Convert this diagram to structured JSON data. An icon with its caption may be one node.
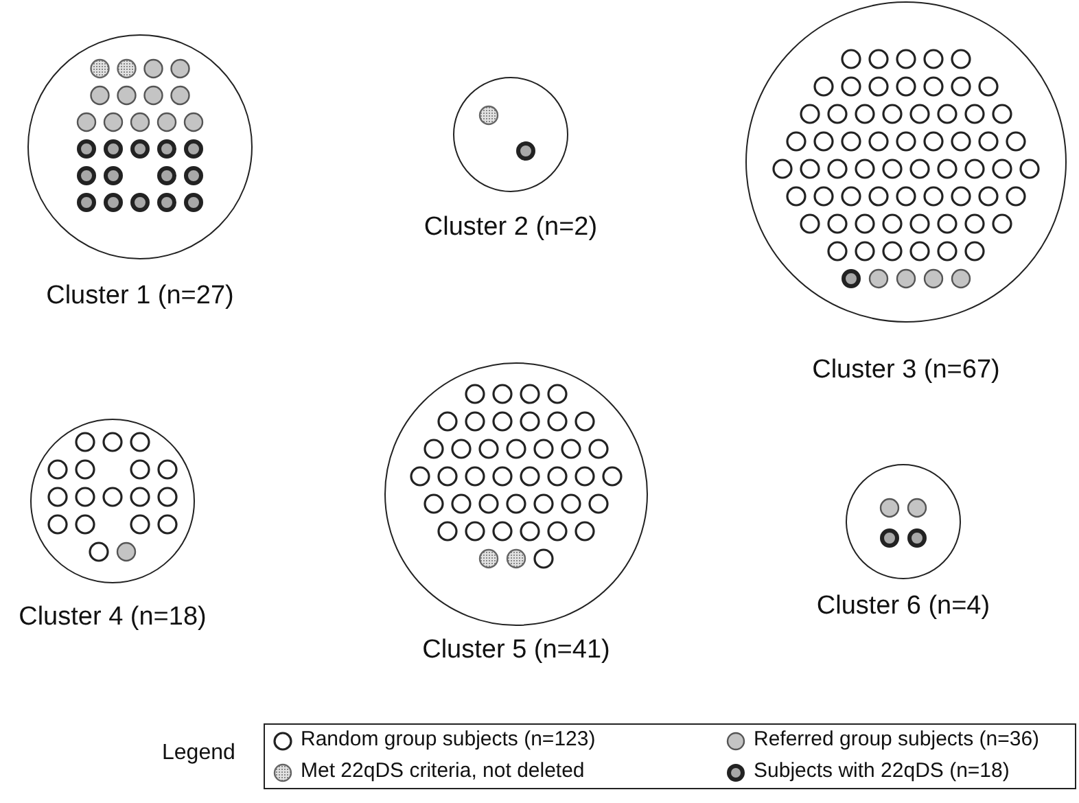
{
  "diagram": {
    "nodes": [
      {
        "text": [
          "Cluster 1 (n=27)"
        ]
      },
      {
        "text": [
          "Cluster 2 (n=2)"
        ]
      },
      {
        "text": [
          "Cluster 3 (n=67)"
        ]
      },
      {
        "text": [
          "Cluster 4 (n=18)"
        ]
      },
      {
        "text": [
          "Cluster 5 (n=41)"
        ]
      },
      {
        "text": [
          "Cluster 6 (n=4)"
        ]
      }
    ],
    "labels": [
      "Legend"
    ],
    "legend": [
      {
        "text": "Random group subjects (n=123)"
      },
      {
        "text": "Referred group subjects (n=36)"
      },
      {
        "text": "Met 22qDS criteria, not deleted"
      },
      {
        "text": "Subjects with 22qDS (n=18)"
      }
    ]
  }
}
